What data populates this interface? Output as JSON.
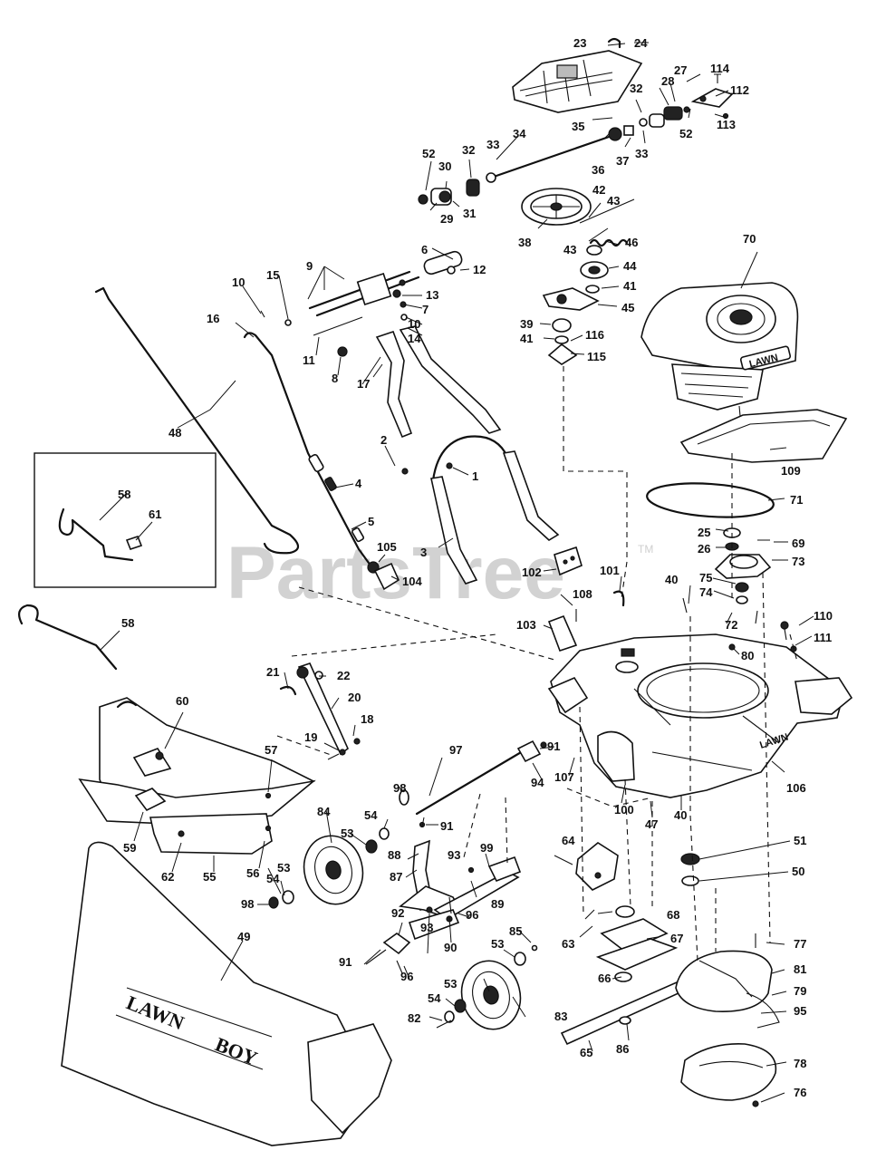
{
  "watermark": {
    "text": "PartsTree",
    "tm": "TM"
  },
  "bag_branding": {
    "left": "LAWN",
    "right": "BOY"
  },
  "engine_branding": "LAWN",
  "deck_branding": "LAWN",
  "parts": {
    "p1": "1",
    "p2": "2",
    "p3": "3",
    "p4": "4",
    "p5": "5",
    "p6": "6",
    "p7": "7",
    "p8": "8",
    "p9": "9",
    "p10a": "10",
    "p10b": "10",
    "p11": "11",
    "p12": "12",
    "p13": "13",
    "p14": "14",
    "p15": "15",
    "p16": "16",
    "p17": "17",
    "p18": "18",
    "p19": "19",
    "p20": "20",
    "p21": "21",
    "p22": "22",
    "p23": "23",
    "p24": "24",
    "p25": "25",
    "p26": "26",
    "p27": "27",
    "p28": "28",
    "p29": "29",
    "p30": "30",
    "p31": "31",
    "p32a": "32",
    "p32b": "32",
    "p33a": "33",
    "p33b": "33",
    "p34": "34",
    "p35": "35",
    "p36": "36",
    "p37": "37",
    "p38": "38",
    "p39": "39",
    "p40a": "40",
    "p40b": "40",
    "p41a": "41",
    "p41b": "41",
    "p42": "42",
    "p43a": "43",
    "p43b": "43",
    "p44": "44",
    "p45": "45",
    "p46": "46",
    "p47": "47",
    "p48": "48",
    "p49": "49",
    "p50": "50",
    "p51": "51",
    "p52a": "52",
    "p52b": "52",
    "p53a": "53",
    "p53b": "53",
    "p53c": "53",
    "p54a": "54",
    "p54b": "54",
    "p54c": "54",
    "p55": "55",
    "p56": "56",
    "p57": "57",
    "p58a": "58",
    "p58b": "58",
    "p59": "59",
    "p60": "60",
    "p61": "61",
    "p62": "62",
    "p63": "63",
    "p64": "64",
    "p65": "65",
    "p66": "66",
    "p67": "67",
    "p68": "68",
    "p69": "69",
    "p70": "70",
    "p71": "71",
    "p72": "72",
    "p73": "73",
    "p74": "74",
    "p75": "75",
    "p76": "76",
    "p77": "77",
    "p78": "78",
    "p79": "79",
    "p80": "80",
    "p81": "81",
    "p82": "82",
    "p83": "83",
    "p84": "84",
    "p85": "85",
    "p86": "86",
    "p87": "87",
    "p88": "88",
    "p89": "89",
    "p90": "90",
    "p91a": "91",
    "p91b": "91",
    "p91c": "91",
    "p92": "92",
    "p93a": "93",
    "p93b": "93",
    "p94": "94",
    "p95": "95",
    "p96a": "96",
    "p96b": "96",
    "p97": "97",
    "p98a": "98",
    "p98b": "98",
    "p99": "99",
    "p100": "100",
    "p101": "101",
    "p102": "102",
    "p103": "103",
    "p104": "104",
    "p105": "105",
    "p106": "106",
    "p107": "107",
    "p108": "108",
    "p109": "109",
    "p110": "110",
    "p111": "111",
    "p112": "112",
    "p113": "113",
    "p114": "114",
    "p115": "115",
    "p116": "116"
  }
}
